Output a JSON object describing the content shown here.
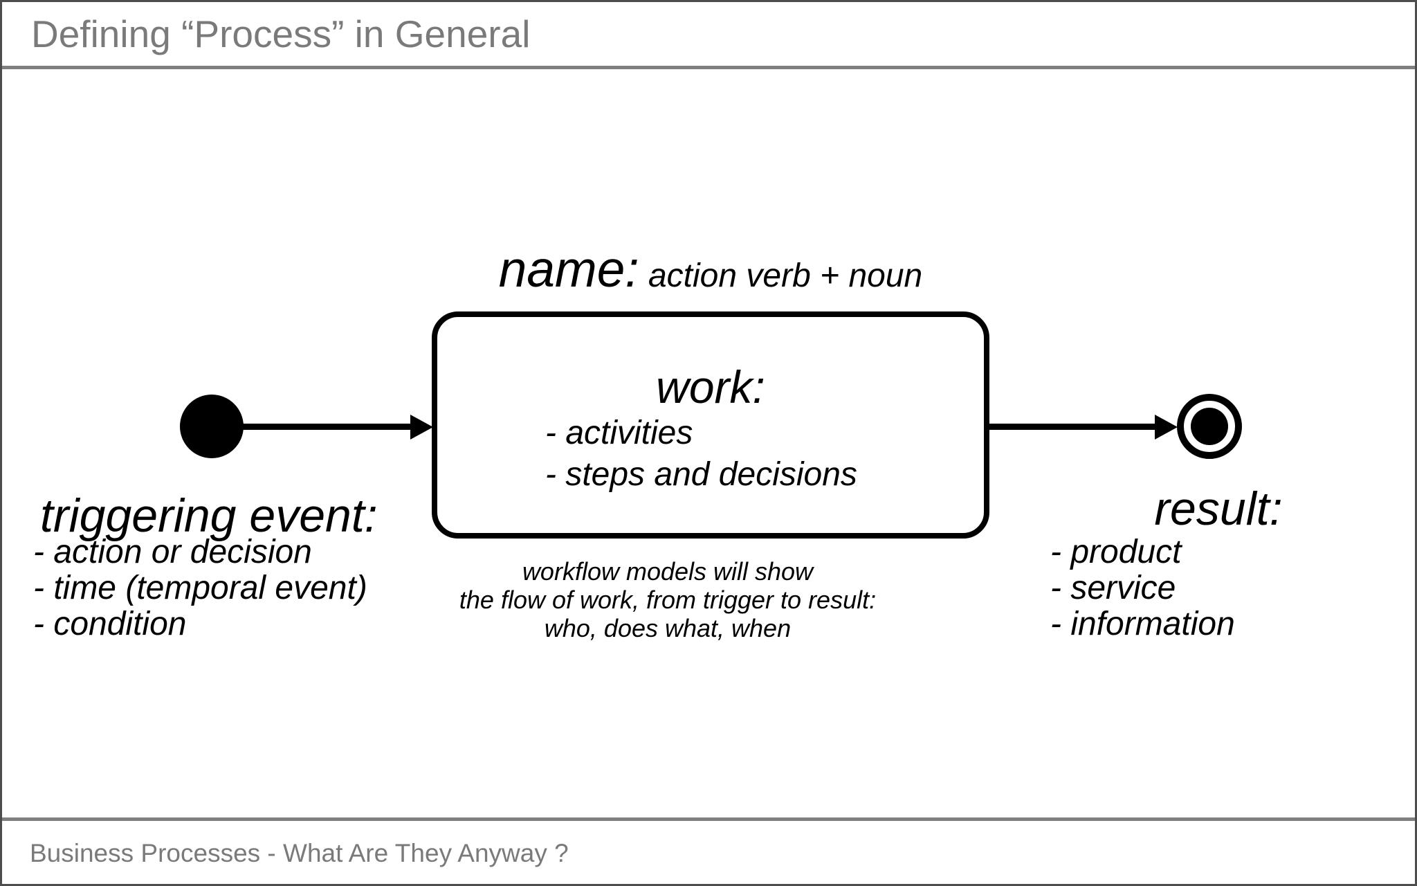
{
  "slide": {
    "title": "Defining “Process” in General",
    "footer": "Business Processes - What Are They Anyway ?"
  },
  "diagram": {
    "name_label": {
      "primary": "name:",
      "secondary": " action verb + noun"
    },
    "work_box": {
      "heading": "work:",
      "items": [
        "- activities",
        "- steps and decisions"
      ]
    },
    "note_lines": [
      "workflow models will show",
      "the flow of work, from trigger to result:",
      "who, does what, when"
    ],
    "trigger": {
      "heading": "triggering event:",
      "items": [
        "- action or decision",
        "- time (temporal event)",
        "- condition"
      ]
    },
    "result": {
      "heading": "result:",
      "items": [
        "- product",
        "- service",
        "- information"
      ]
    },
    "colors": {
      "ink": "#000000",
      "muted_gray": "#7a7a7a",
      "rule_gray": "#7f7f7f"
    }
  }
}
